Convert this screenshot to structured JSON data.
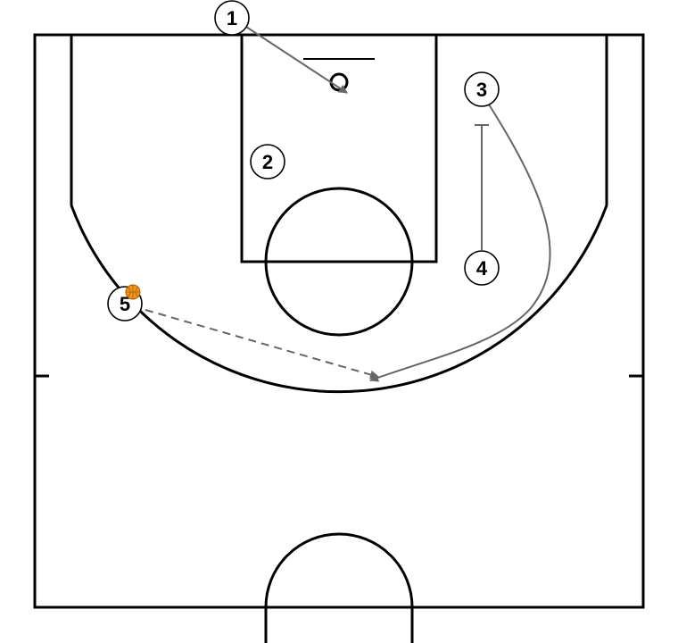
{
  "colors": {
    "court_lines": "#000000",
    "movement": "#666666",
    "ball": "#f0961e",
    "background": "#ffffff"
  },
  "players": [
    {
      "label": "1"
    },
    {
      "label": "2"
    },
    {
      "label": "3"
    },
    {
      "label": "4"
    },
    {
      "label": "5"
    }
  ],
  "ball_holder": "5",
  "actions": [
    {
      "type": "cut",
      "player": "1",
      "target": "basket"
    },
    {
      "type": "screen",
      "player": "4"
    },
    {
      "type": "cut",
      "player": "3",
      "target": "top of key"
    },
    {
      "type": "pass",
      "from": "5",
      "to": "3"
    }
  ]
}
